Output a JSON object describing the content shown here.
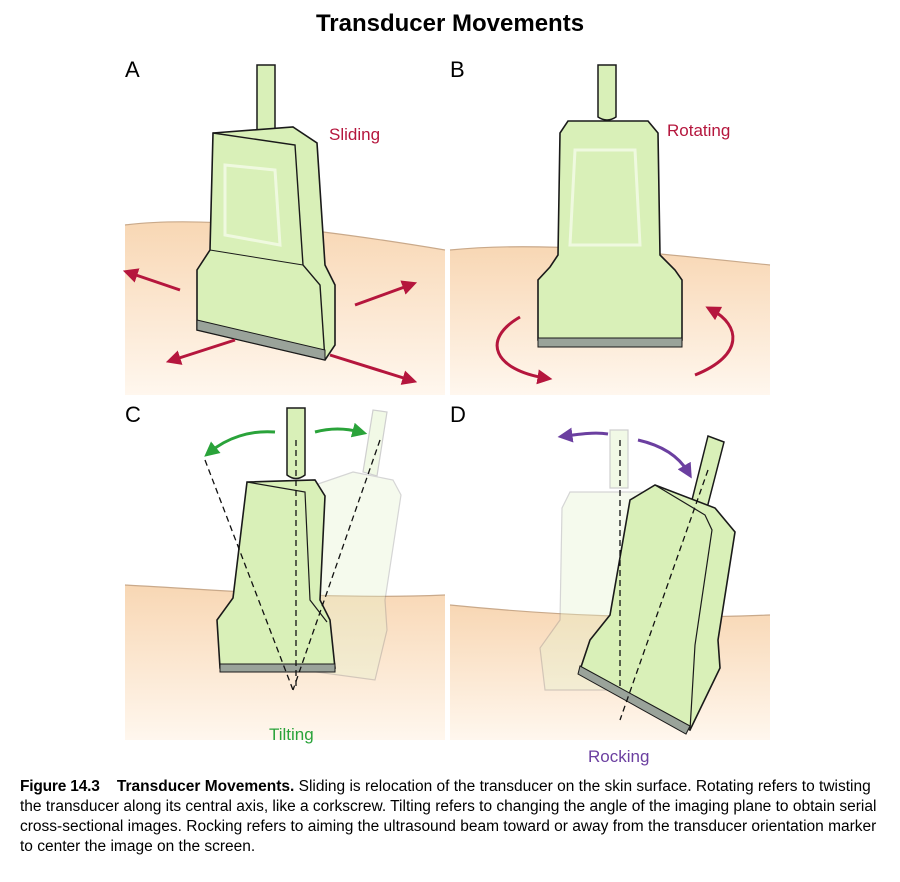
{
  "title": "Transducer Movements",
  "panels": [
    {
      "letter": "A",
      "label": "Sliding",
      "label_color": "#b5163d"
    },
    {
      "letter": "B",
      "label": "Rotating",
      "label_color": "#b5163d"
    },
    {
      "letter": "C",
      "label": "Tilting",
      "label_color": "#2aa33a"
    },
    {
      "letter": "D",
      "label": "Rocking",
      "label_color": "#6b3fa0"
    }
  ],
  "colors": {
    "transducer_fill": "#d9f0b8",
    "transducer_stroke": "#1a1a1a",
    "skin": "#fbe3c8",
    "sliding_arrows": "#b5163d",
    "rotating_arrows": "#b5163d",
    "tilting_arrows": "#2aa33a",
    "rocking_arrows": "#6b3fa0"
  },
  "caption": {
    "figure_label": "Figure 14.3",
    "caption_title": "Transducer Movements.",
    "text": "Sliding is relocation of the transducer on the skin surface. Rotating refers to twisting the transducer along its central axis, like a corkscrew. Tilting refers to changing the angle of the imaging plane to obtain serial cross-sectional images. Rocking refers to aiming the ultrasound beam toward or away from the transducer orientation marker to center the image on the screen."
  }
}
